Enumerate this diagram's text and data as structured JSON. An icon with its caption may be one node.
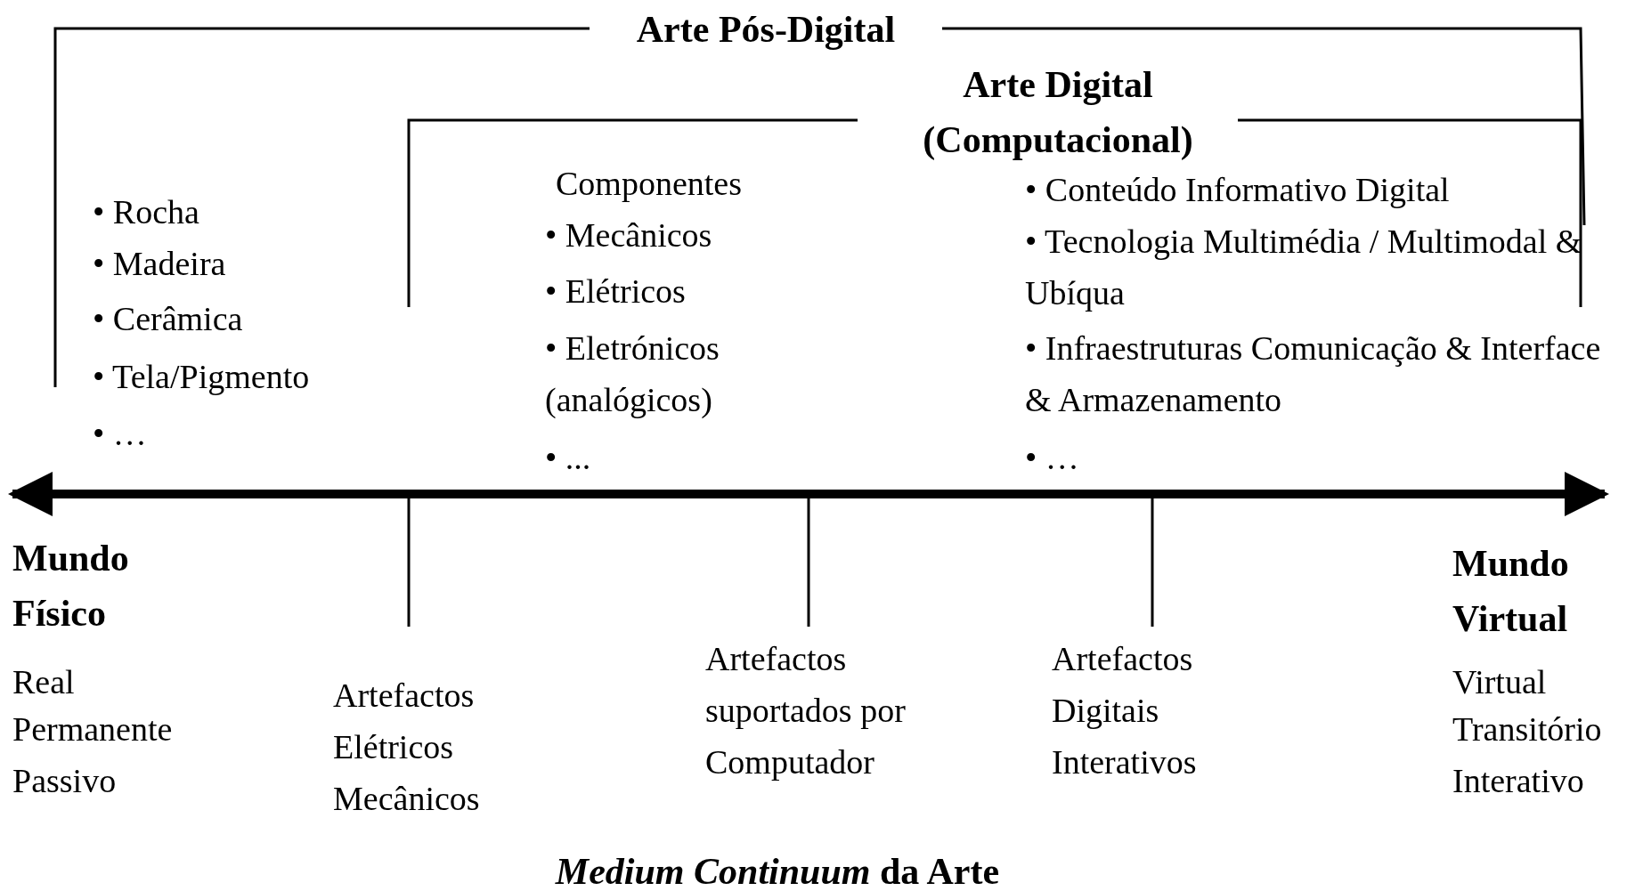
{
  "diagram": {
    "caption": "*Medium Continuum* da Arte",
    "labels": [
      "Arte Pós-Digital",
      "Arte Digital (Computacional)",
      "• Rocha",
      "• Madeira",
      "• Cerâmica",
      "• Tela/Pigmento",
      "• …",
      "Componentes",
      "• Mecânicos",
      "• Elétricos",
      "• Eletrónicos (analógicos)",
      "• ...",
      "• Conteúdo Informativo Digital",
      "• Tecnologia Multimédia / Multimodal & Ubíqua",
      "• Infraestruturas Comunicação & Interface & Armazenamento",
      "• …",
      "Mundo Físico",
      "Real",
      "Permanente",
      "Passivo",
      "Artefactos Elétricos Mecânicos",
      "Artefactos suportados por Computador",
      "Artefactos Digitais Interativos",
      "Mundo Virtual",
      "Virtual",
      "Transitório",
      "Interativo"
    ]
  }
}
